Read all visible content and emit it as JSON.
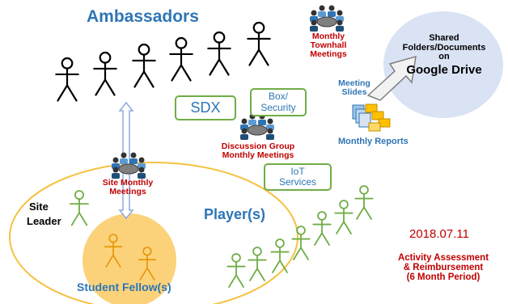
{
  "title": "Ambassadors",
  "cloud": {
    "line1": "Shared",
    "line2": "Folders/Documents",
    "line3": "on",
    "line4": "Google Drive"
  },
  "townhall": {
    "line1": "Monthly",
    "line2": "Townhall",
    "line3": "Meetings"
  },
  "meeting_slides": {
    "line1": "Meeting",
    "line2": "Slides"
  },
  "monthly_reports": "Monthly Reports",
  "sdx": "SDX",
  "box_security": {
    "line1": "Box/",
    "line2": "Security"
  },
  "discussion": {
    "line1": "Discussion Group",
    "line2": "Monthly Meetings"
  },
  "iot": {
    "line1": "IoT",
    "line2": "Services"
  },
  "site_meetings": {
    "line1": "Site Monthly",
    "line2": "Meetings"
  },
  "site_leader": {
    "line1": "Site",
    "line2": "Leader"
  },
  "players": "Player(s)",
  "student_fellows": "Student Fellow(s)",
  "date": "2018.07.11",
  "activity": {
    "line1": "Activity Assessment",
    "line2": "& Reimbursement",
    "line3": "(6 Month Period)"
  },
  "colors": {
    "blue": "#2e75b6",
    "red": "#c00000",
    "green": "#70ad47",
    "yellow_ellipse": "#f5c242",
    "cloud": "#dae3f3"
  }
}
